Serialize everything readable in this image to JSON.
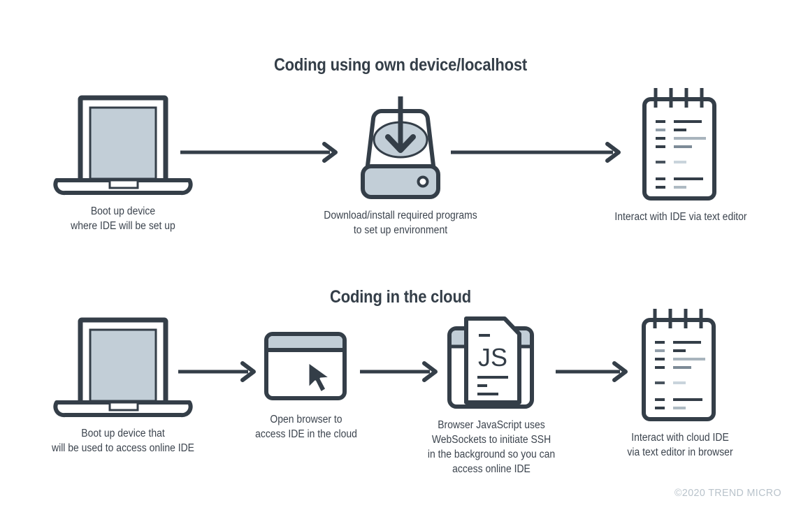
{
  "theme": {
    "background": "#ffffff",
    "stroke": "#343e48",
    "fill_light": "#c2ced7",
    "text": "#3c444e",
    "title": "#343e48",
    "muted": "#b9c3cb",
    "line_mid": "#93a0ab",
    "line_light": "#c9d4dc"
  },
  "sections": [
    {
      "id": "localhost",
      "title": "Coding using own device/localhost",
      "steps": [
        {
          "icon": "laptop-icon",
          "name": "step-boot-device",
          "caption": "Boot up device\nwhere IDE will be set up"
        },
        {
          "icon": "hard-drive-download-icon",
          "name": "step-download-install",
          "caption": "Download/install required programs\nto set up environment"
        },
        {
          "icon": "notepad-icon",
          "name": "step-interact-ide",
          "caption": "Interact with IDE via text editor"
        }
      ],
      "arrows": [
        "arrow-right",
        "arrow-right"
      ]
    },
    {
      "id": "cloud",
      "title": "Coding in the cloud",
      "steps": [
        {
          "icon": "laptop-icon",
          "name": "step-boot-device-cloud",
          "caption": "Boot up device that\nwill be used to access online IDE"
        },
        {
          "icon": "browser-cursor-icon",
          "name": "step-open-browser",
          "caption": "Open browser to\naccess IDE in the cloud"
        },
        {
          "icon": "js-file-browser-icon",
          "name": "step-websockets-ssh",
          "caption": "Browser JavaScript uses\nWebSockets to initiate SSH\nin the background so you can\naccess online IDE",
          "icon_label": "JS"
        },
        {
          "icon": "notepad-icon",
          "name": "step-interact-cloud-ide",
          "caption": "Interact with cloud IDE\nvia text editor in browser"
        }
      ],
      "arrows": [
        "arrow-right",
        "arrow-right",
        "arrow-right"
      ]
    }
  ],
  "footer": {
    "copyright": "©2020 TREND MICRO"
  }
}
